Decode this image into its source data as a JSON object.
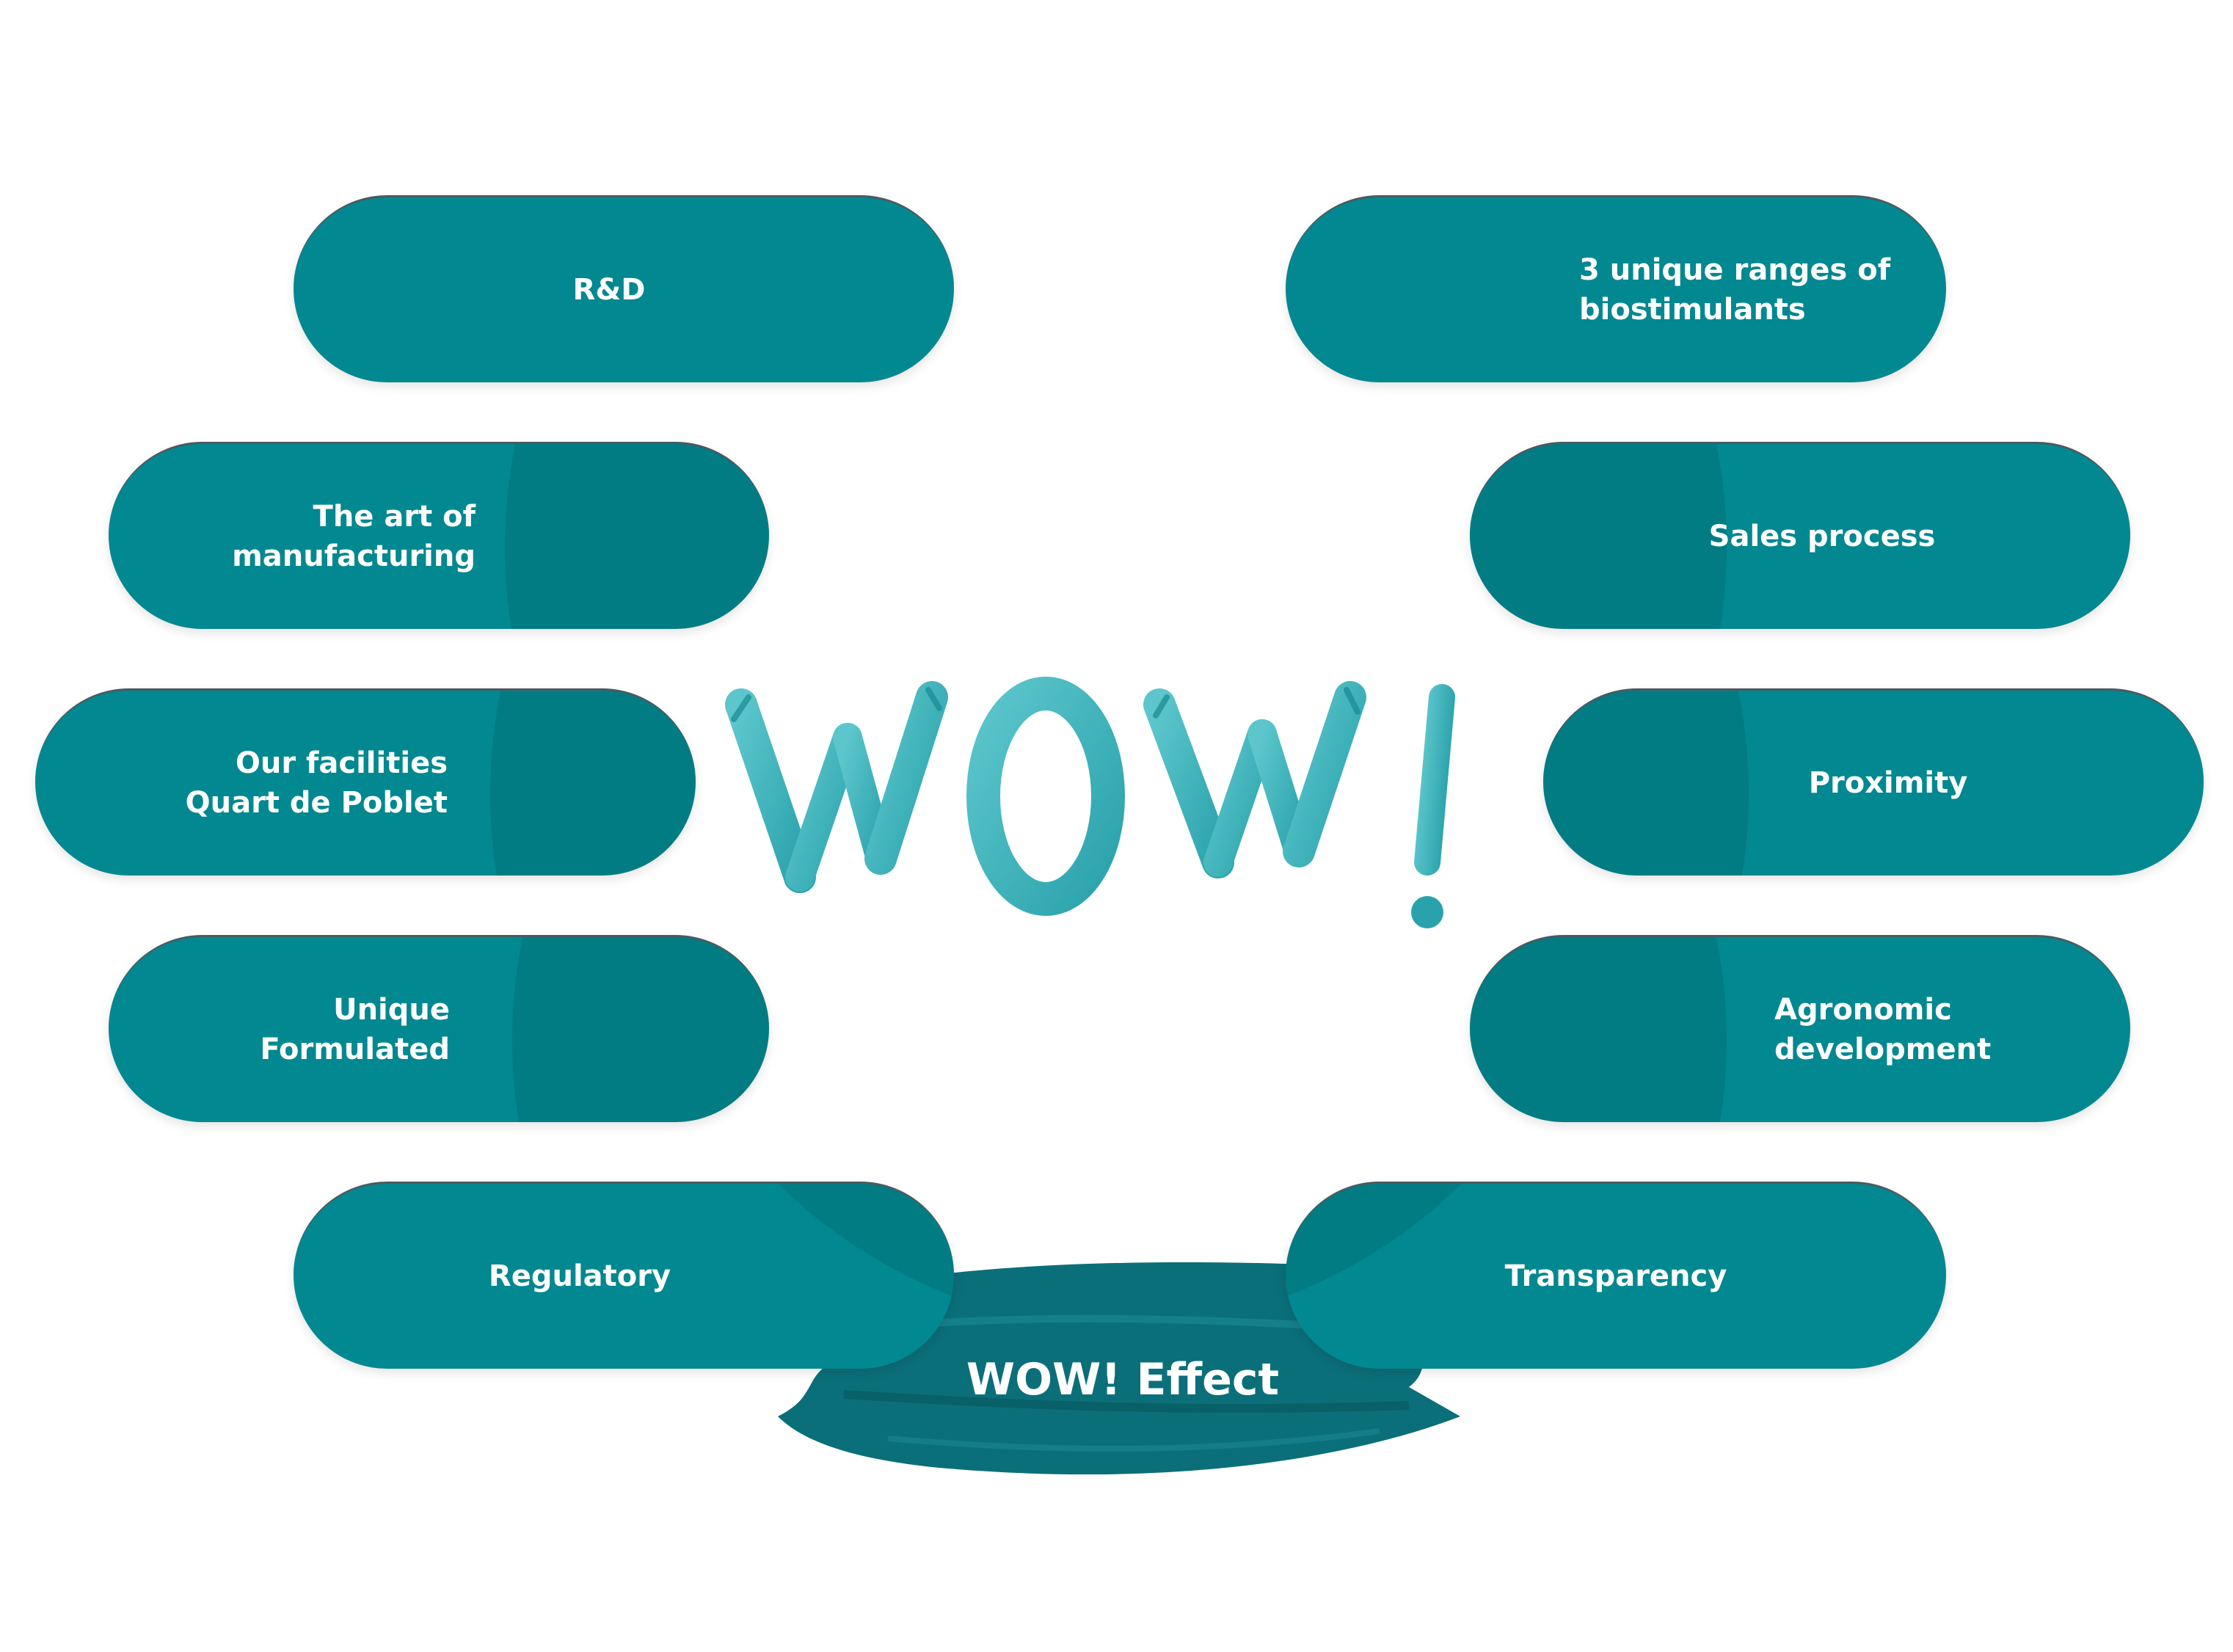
{
  "center": {
    "headline": "WOW!",
    "effect_label": "WOW! Effect"
  },
  "left_items": [
    {
      "label": "R&D"
    },
    {
      "label": "The art of\nmanufacturing"
    },
    {
      "label": "Our facilities\nQuart de Poblet"
    },
    {
      "label": "Unique\nFormulated"
    },
    {
      "label": "Regulatory"
    }
  ],
  "right_items": [
    {
      "label": "3 unique ranges of\nbiostimulants"
    },
    {
      "label": "Sales process"
    },
    {
      "label": "Proximity"
    },
    {
      "label": "Agronomic\ndevelopment"
    },
    {
      "label": "Transparency"
    }
  ],
  "colors": {
    "pill": "#028890",
    "paint": "#3fb5bd",
    "brush": "#0a6e78",
    "text": "#ffffff"
  }
}
